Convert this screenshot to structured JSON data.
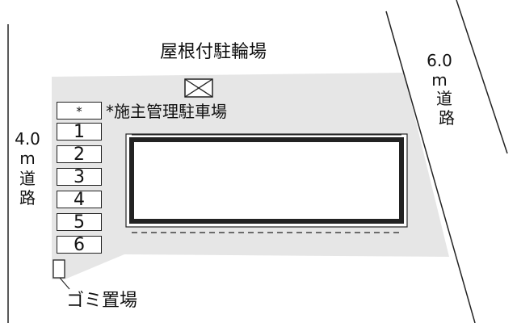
{
  "labels": {
    "bicycle_parking": "屋根付駐輪場",
    "owner_parking": "*施主管理駐車場",
    "garbage": "ゴミ置場"
  },
  "road_left": {
    "width": "4.0",
    "unit": "m",
    "name_1": "道",
    "name_2": "路"
  },
  "road_right": {
    "width": "6.0",
    "unit": "m",
    "name_1": "道",
    "name_2": "路"
  },
  "parking_slots": [
    "*",
    "1",
    "2",
    "3",
    "4",
    "5",
    "6"
  ],
  "colors": {
    "lot": "#e6e6e6",
    "line": "#222222",
    "building_border": "#2a2a2a"
  }
}
